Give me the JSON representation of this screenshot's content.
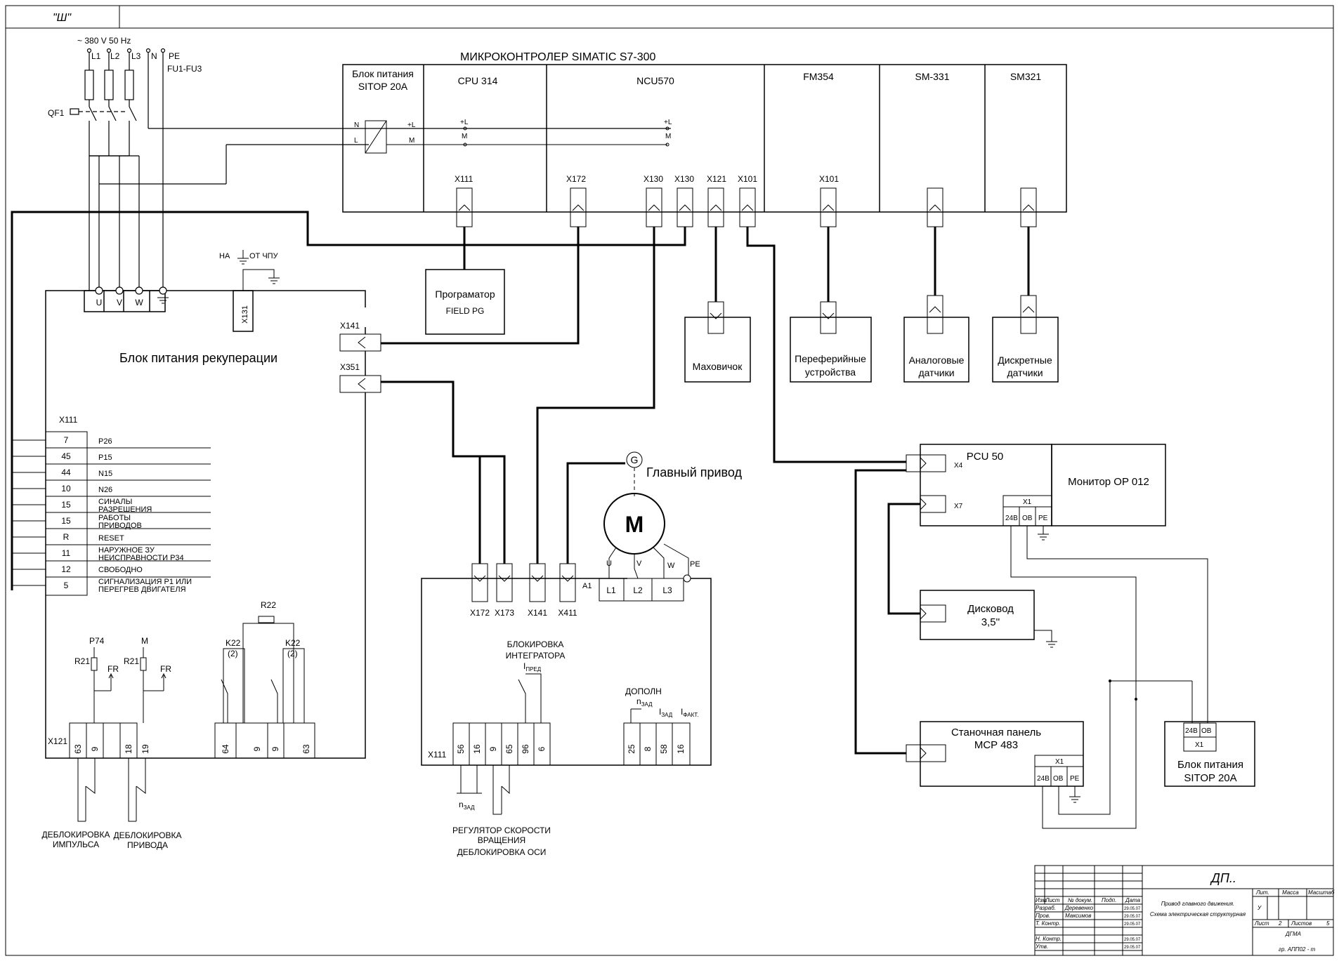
{
  "corner_tag": "\"Ш\"",
  "supply": {
    "voltage": "~ 380 V  50 Hz",
    "fuses": "FU1-FU3",
    "breaker": "QF1",
    "phases": [
      "L1",
      "L2",
      "L3",
      "N",
      "PE"
    ]
  },
  "plc": {
    "title": "МИКРОКОНТРОЛЕР SIMATIC S7-300",
    "psu_line1": "Блок питания",
    "psu_line2": "SITOP 20A",
    "modules": [
      "CPU 314",
      "NCU570",
      "FM354",
      "SM-331",
      "SM321"
    ],
    "psu_pins": [
      "N",
      "L",
      "+L",
      "M"
    ],
    "rail_labels": [
      "+L",
      "M",
      "+L",
      "M"
    ],
    "ports": [
      "X111",
      "X172",
      "X130",
      "X130",
      "X121",
      "X101",
      "X101"
    ]
  },
  "peripherals": {
    "programmer_1": "Програматор",
    "programmer_2": "FIELD PG",
    "handwheel": "Маховичок",
    "periph_1": "Переферийные",
    "periph_2": "устройства",
    "analog_1": "Аналоговые",
    "analog_2": "датчики",
    "discrete_1": "Дискретные",
    "discrete_2": "датчики"
  },
  "recup": {
    "title": "Блок питания рекуперации",
    "uvw": [
      "U",
      "V",
      "W"
    ],
    "x131": "X131",
    "ground_note": "НА",
    "from_cnc": "ОТ ЧПУ",
    "x141": "X141",
    "x351": "X351",
    "x111_title": "X111",
    "terminals": [
      {
        "pin": "7",
        "desc": "P26"
      },
      {
        "pin": "45",
        "desc": "P15"
      },
      {
        "pin": "44",
        "desc": "N15"
      },
      {
        "pin": "10",
        "desc": "N26"
      },
      {
        "pin": "15",
        "desc": "СИНАЛЫ"
      },
      {
        "pin": "15",
        "desc": "РАЗРЕШЕНИЯ"
      },
      {
        "pin": "R",
        "desc": "РАБОТЫ"
      },
      {
        "pin": "11",
        "desc": "ПРИВОДОВ"
      },
      {
        "pin": "12",
        "desc": "RESET"
      },
      {
        "pin": "5",
        "desc": "НАРУЖНОЕ ЗУ"
      }
    ],
    "extra_desc": [
      "НЕИСПРАВНОСТИ Р34",
      "СВОБОДНО",
      "СИГНАЛИЗАЦИЯ Р1 ИЛИ",
      "ПЕРЕГРЕВ ДВИГАТЕЛЯ"
    ],
    "p74": "P74",
    "m": "M",
    "r21a": "R21",
    "r21b": "R21",
    "fr1": "FR",
    "fr2": "FR",
    "r22": "R22",
    "k22a": "K22",
    "k22a2": "(2)",
    "k22b": "K22",
    "k22b2": "(2)",
    "x121": "X121",
    "x121_pins": [
      "63",
      "9",
      "18",
      "19"
    ],
    "k_pins": [
      "64",
      "9",
      "9",
      "63"
    ],
    "unlock_pulse_1": "ДЕБЛОКИРОВКА",
    "unlock_pulse_2": "ИМПУЛЬСА",
    "unlock_drive_1": "ДЕБЛОКИРОВКА",
    "unlock_drive_2": "ПРИВОДА"
  },
  "drive": {
    "title": "Главный привод",
    "g": "G",
    "m": "M",
    "motor_terms": [
      "U",
      "V",
      "W",
      "PE"
    ],
    "a1": "A1",
    "lines": [
      "L1",
      "L2",
      "L3"
    ],
    "ports": [
      "X172",
      "X173",
      "X141",
      "X411"
    ],
    "block_1": "БЛОКИРОВКА",
    "block_2": "ИНТЕГРАТОРА",
    "ipred": "I",
    "ipred_sub": "ПРЕД",
    "x111": "X111",
    "pins": [
      "56",
      "16",
      "9",
      "65",
      "96",
      "6"
    ],
    "dop": "ДОПОЛН",
    "nzad": "n",
    "nzad_sub": "ЗАД",
    "izad": "I",
    "izad_sub": "ЗАД",
    "ifakt": "I",
    "ifakt_sub": "ФАКТ.",
    "pins2": [
      "25",
      "8",
      "58",
      "16"
    ],
    "reg_1": "РЕГУЛЯТОР СКОРОСТИ",
    "reg_2": "ВРАЩЕНИЯ",
    "reg_3": "ДЕБЛОКИРОВКА ОСИ"
  },
  "pcu": {
    "title": "PCU 50",
    "monitor": "Монитор OP 012",
    "x4": "X4",
    "x7": "X7",
    "x1": "X1",
    "pins": [
      "24B",
      "OB",
      "PE"
    ],
    "disk_1": "Дисковод",
    "disk_2": "3,5''",
    "mcp_1": "Станочная панель",
    "mcp_2": "MCP 483",
    "mcp_x1": "X1",
    "psu_1": "Блок питания",
    "psu_2": "SITOP  20A",
    "psu_pins": [
      "24B",
      "OB"
    ],
    "psu_x1": "X1"
  },
  "titleblock": {
    "doc": "ДП..",
    "name_1": "Привод главного движения.",
    "name_2": "Схема электрическая структурная",
    "hdr": [
      "Изм.",
      "Лист",
      "№ докум.",
      "Подп.",
      "Дата"
    ],
    "roles": [
      "Разраб.",
      "Пров.",
      "Т. Контр.",
      "Н. Контр.",
      "Утв."
    ],
    "people": [
      "Деревенко",
      "Максимов"
    ],
    "dates": [
      "29.05.07",
      "29.05.07",
      "29.05.07",
      "29.05.07",
      "29.05.07"
    ],
    "lit": "Лит.",
    "mass": "Масса",
    "scale": "Масштаб",
    "lit_val": "У",
    "sheet": "Лист",
    "sheet_n": "2",
    "sheets": "Листов",
    "sheets_n": "5",
    "org": "ДГМА",
    "group": "гр. АПП02 - т"
  }
}
